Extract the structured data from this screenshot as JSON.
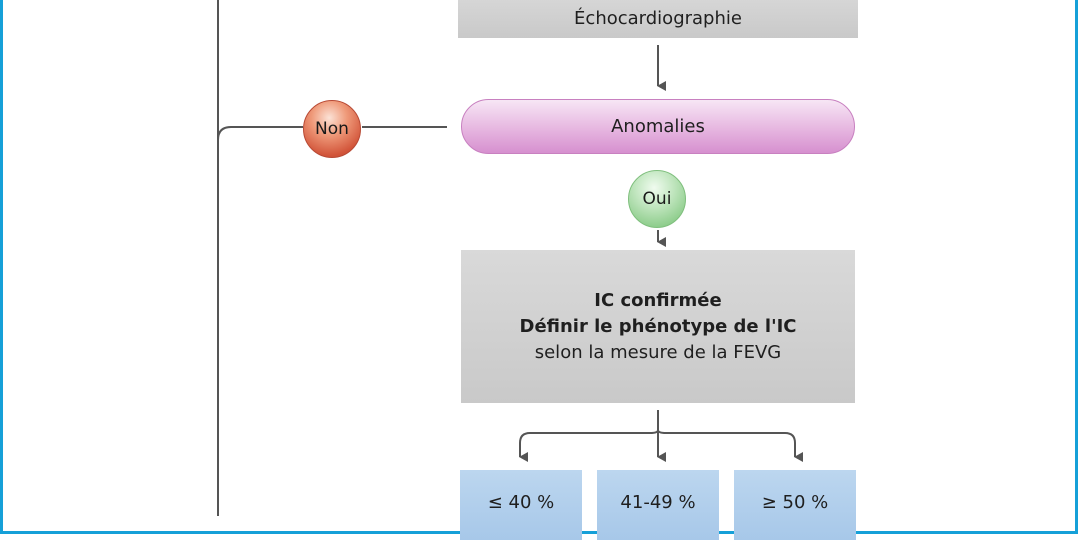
{
  "nodes": {
    "echo": "Échocardiographie",
    "anomalies": "Anomalies",
    "non": "Non",
    "oui": "Oui",
    "ic_line1": "IC confirmée",
    "ic_line2": "Définir le phénotype de l'IC",
    "ic_line3": "selon la mesure de la FEVG"
  },
  "fevg_categories": [
    "≤ 40 %",
    "41-49 %",
    "≥ 50 %"
  ],
  "colors": {
    "frame": "#15a0d8",
    "gray_box": "#cfcfcf",
    "pink_box": "#e6b6e0",
    "non_circle": "#d2553a",
    "oui_circle": "#8ccc8a",
    "blue_box": "#a7c8e9",
    "connector": "#555555"
  }
}
